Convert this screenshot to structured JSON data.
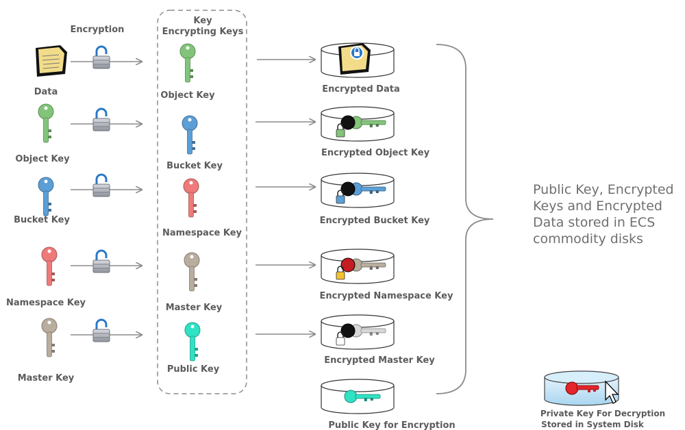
{
  "encryption_label": "Encryption",
  "kek_title": [
    "Key",
    "Encrypting Keys"
  ],
  "colors": {
    "data": "#f2dc8a",
    "object_key": "#82c57a",
    "bucket_key": "#5b9fd6",
    "namespace_key": "#ee7a7a",
    "master_key": "#b9ad9e",
    "public_key": "#2fe2c4",
    "private_key": "#e3262b",
    "black_key": "#111111"
  },
  "inputs": [
    {
      "label": "Data",
      "icon": "document-icon"
    },
    {
      "label": "Object Key",
      "icon": "green-key-icon"
    },
    {
      "label": "Bucket Key",
      "icon": "blue-key-icon"
    },
    {
      "label": "Namespace Key",
      "icon": "red-key-icon"
    },
    {
      "label": "Master Key",
      "icon": "tan-key-icon"
    }
  ],
  "keks": [
    {
      "label": "Object Key"
    },
    {
      "label": "Bucket Key"
    },
    {
      "label": "Namespace Key"
    },
    {
      "label": "Master Key"
    },
    {
      "label": "Public Key"
    }
  ],
  "outputs": [
    {
      "label": "Encrypted Data"
    },
    {
      "label": "Encrypted Object Key"
    },
    {
      "label": "Encrypted Bucket Key"
    },
    {
      "label": "Encrypted Namespace Key"
    },
    {
      "label": "Encrypted Master Key"
    },
    {
      "label": "Public Key for Encryption"
    }
  ],
  "storage_note": [
    "Public Key, Encrypted",
    "Keys and Encrypted",
    "Data stored in ECS",
    "commodity disks"
  ],
  "private_key_caption": [
    "Private Key For Decryption",
    "Stored in System Disk"
  ]
}
